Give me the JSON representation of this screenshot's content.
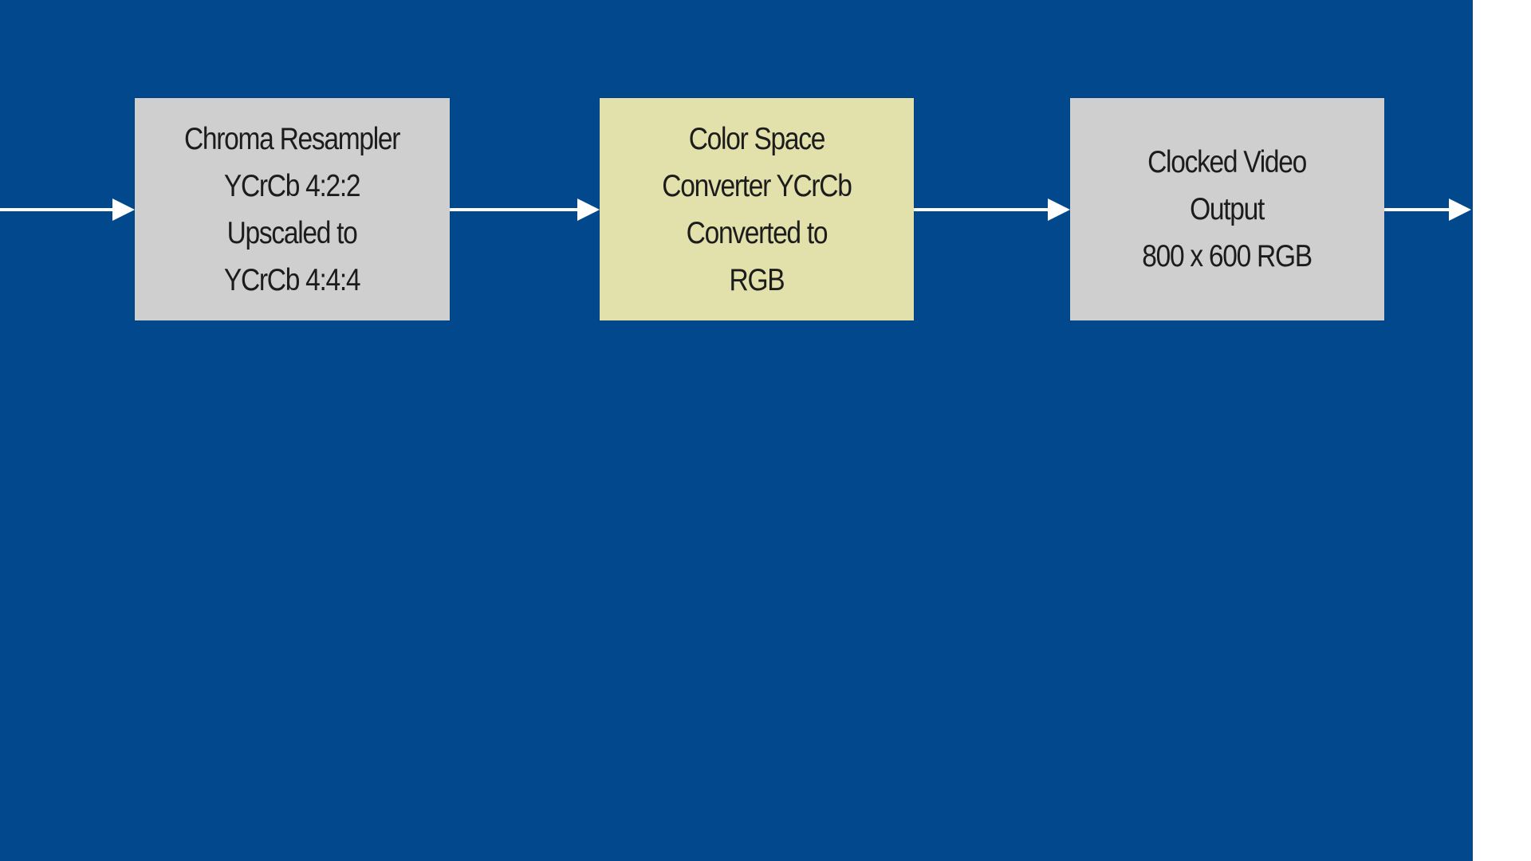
{
  "colors": {
    "background": "#01498c",
    "margin": "#ffffff",
    "block_gray": "#cfcfcf",
    "block_highlight": "#e2e0ab",
    "arrow": "#ffffff"
  },
  "blocks": [
    {
      "lines": [
        "Chroma Resampler",
        "YCrCb 4:2:2",
        "Upscaled to",
        "YCrCb 4:4:4"
      ],
      "fill": "block_gray"
    },
    {
      "lines": [
        "Color Space",
        "Converter YCrCb",
        "Converted to",
        "RGB"
      ],
      "fill": "block_highlight"
    },
    {
      "lines": [
        "Clocked Video",
        "Output",
        "800 x 600 RGB"
      ],
      "fill": "block_gray"
    }
  ],
  "edges": [
    {
      "from": "input",
      "to": "block-1"
    },
    {
      "from": "block-1",
      "to": "block-2"
    },
    {
      "from": "block-2",
      "to": "block-3"
    },
    {
      "from": "block-3",
      "to": "output"
    }
  ]
}
